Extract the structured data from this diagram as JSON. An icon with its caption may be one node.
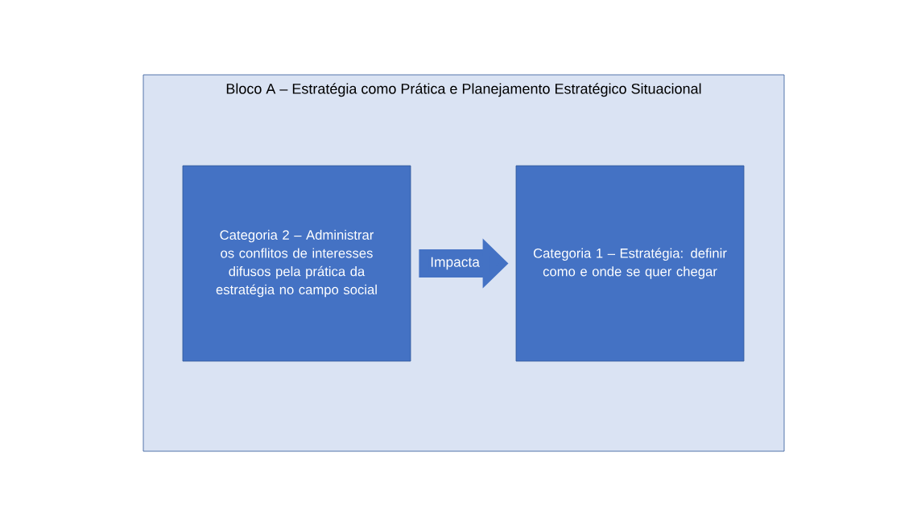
{
  "diagram": {
    "nodes": [
      {
        "text": [
          "Bloco A – Estratégia como Prática e Planejamento Estratégico Situacional"
        ]
      },
      {
        "text": [
          "Categoria 2 – Administrar os conflitos de interesses difusos pela prática da estratégia no campo social"
        ],
        "in": 0
      },
      {
        "text": [
          "Categoria 1 – Estratégia: definir como e onde se quer chegar"
        ],
        "in": 0
      }
    ],
    "edges": [
      {
        "from": 1,
        "to": 2,
        "arrow": "to",
        "label": "Impacta"
      }
    ]
  }
}
